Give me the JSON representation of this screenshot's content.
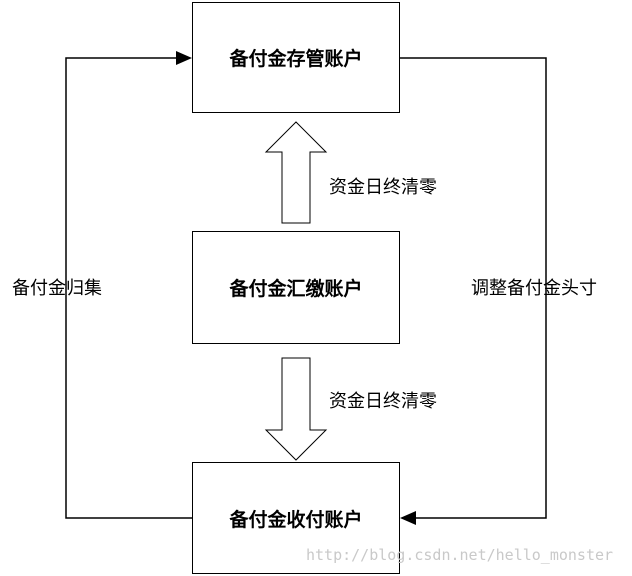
{
  "nodes": {
    "top": "备付金存管账户",
    "middle": "备付金汇缴账户",
    "bottom": "备付金收付账户"
  },
  "labels": {
    "middle_to_top": "资金日终清零",
    "middle_to_bottom": "资金日终清零",
    "left_loop": "备付金归集",
    "right_loop": "调整备付金头寸"
  },
  "watermark": "http://blog.csdn.net/hello_monster"
}
